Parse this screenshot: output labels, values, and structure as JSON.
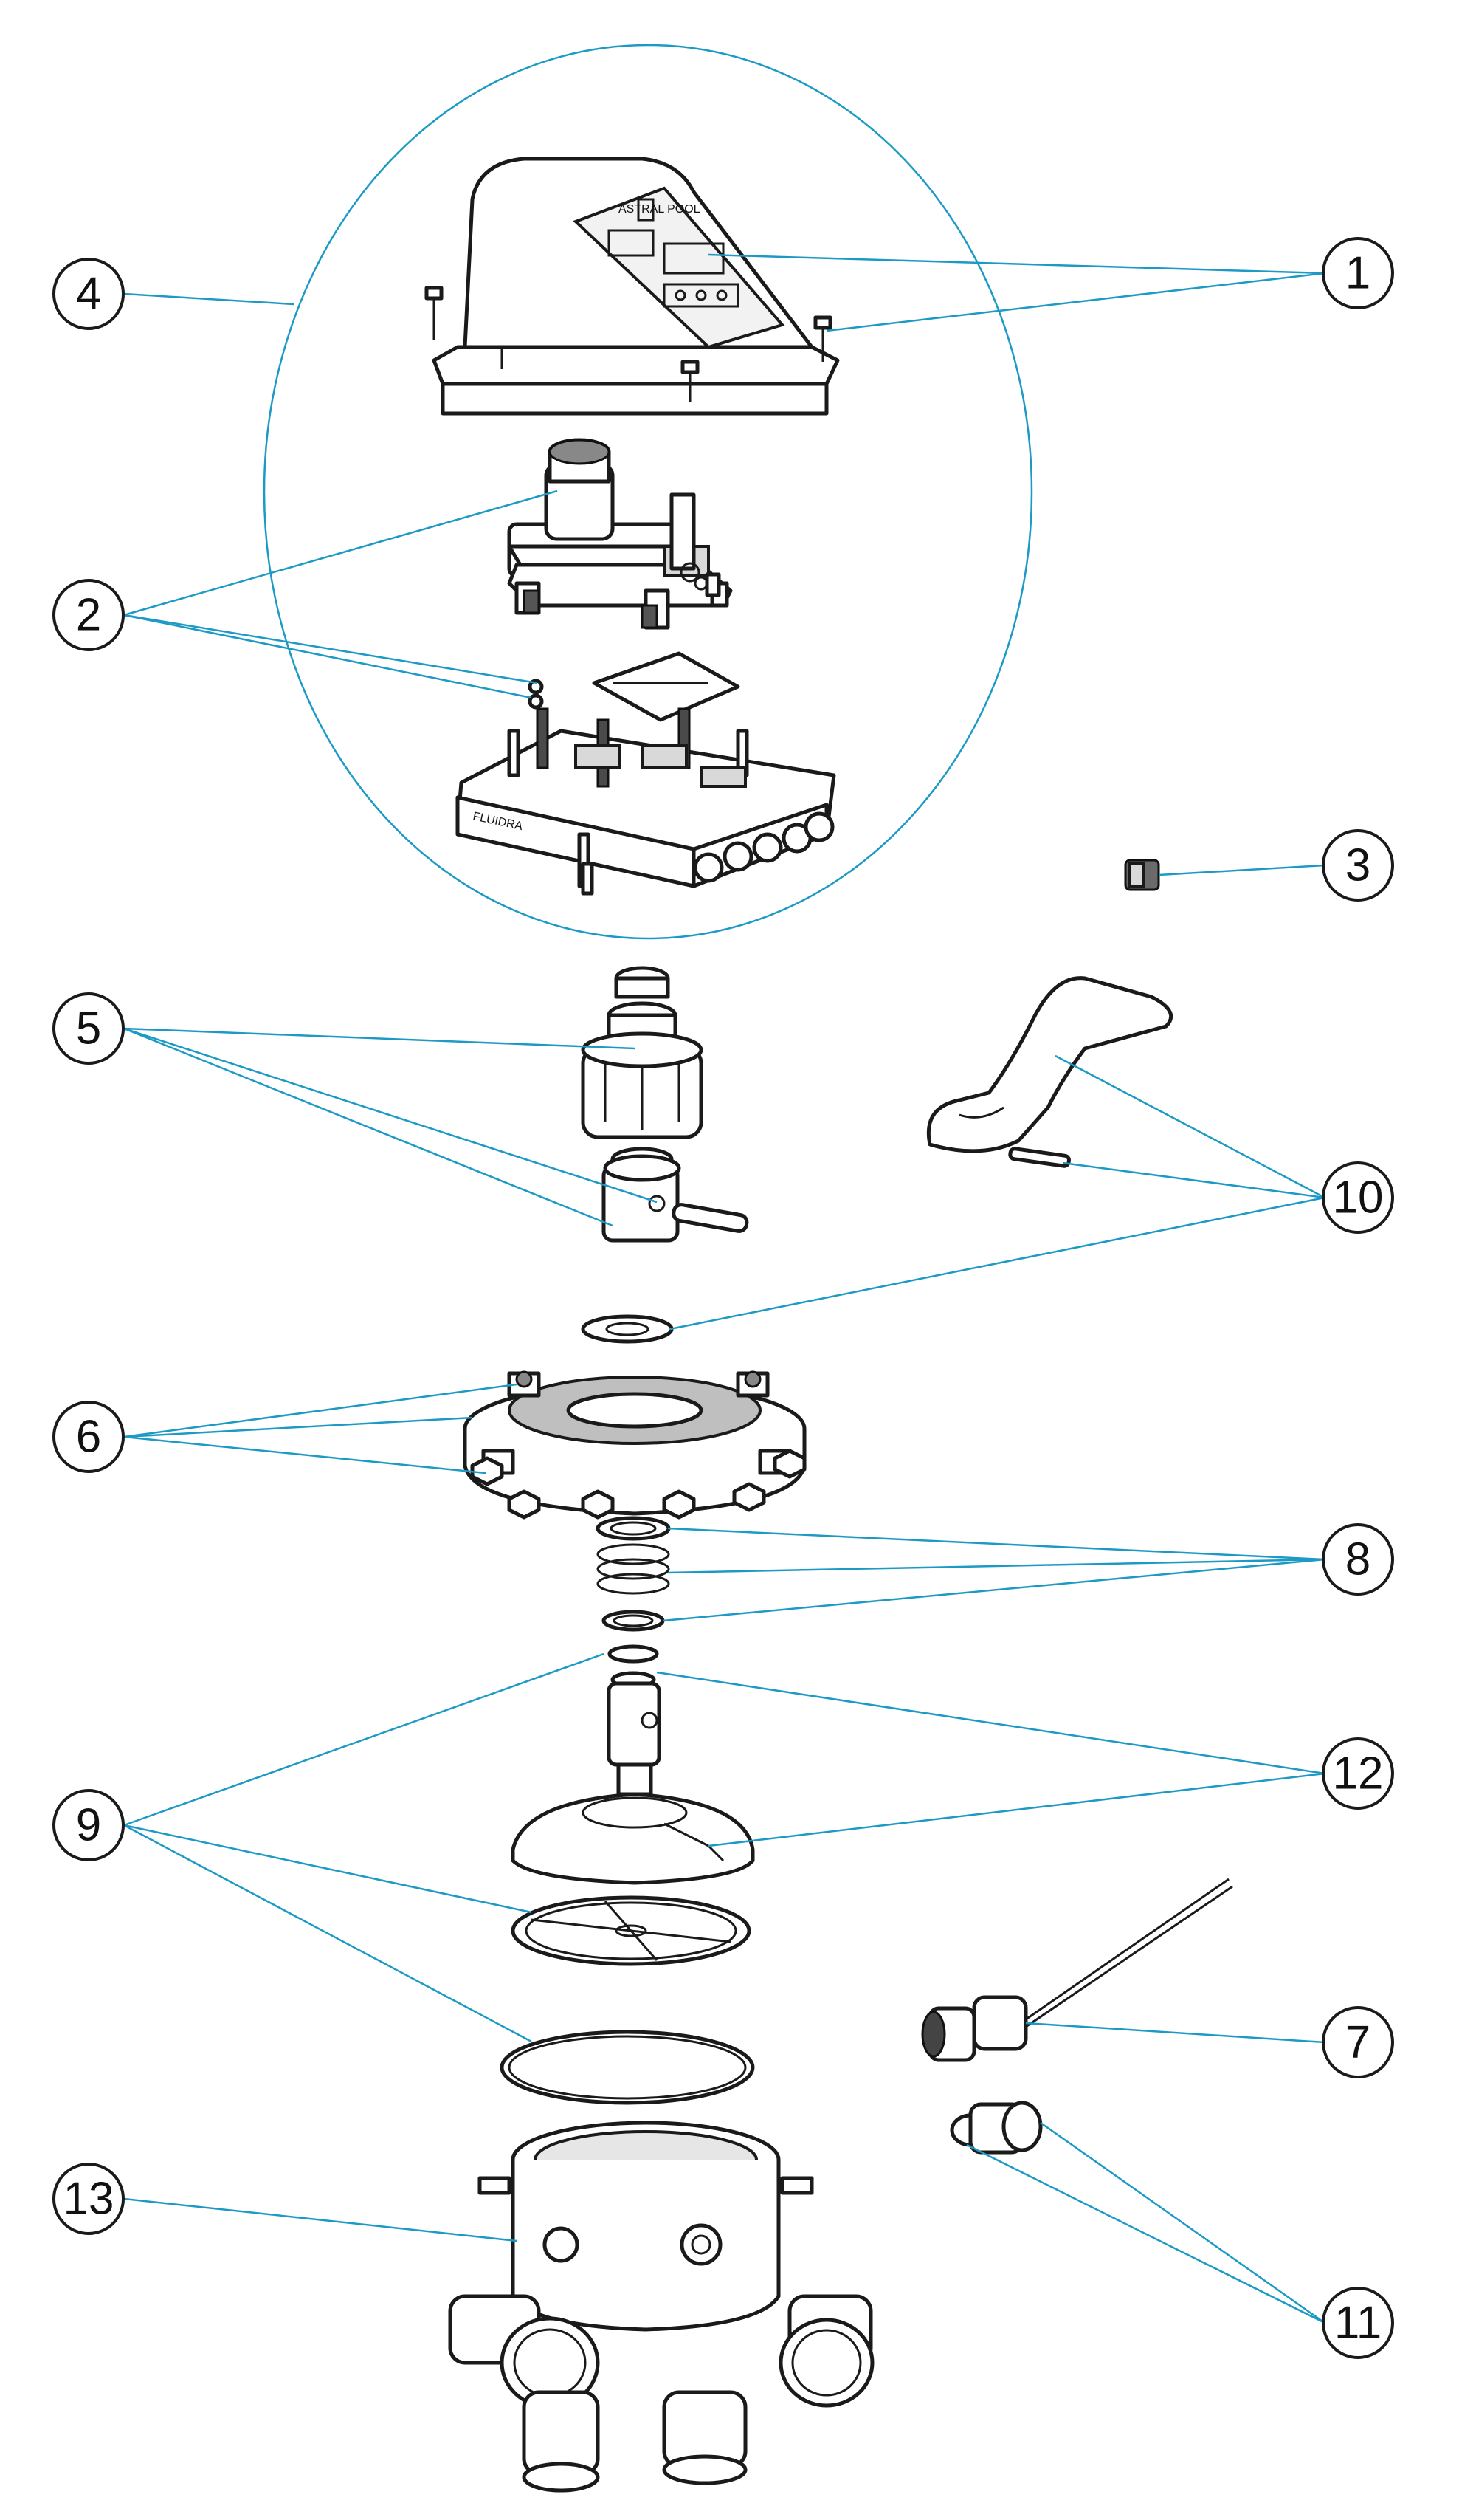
{
  "diagram": {
    "callouts": [
      {
        "id": "c1",
        "label": "1"
      },
      {
        "id": "c2",
        "label": "2"
      },
      {
        "id": "c3",
        "label": "3"
      },
      {
        "id": "c4",
        "label": "4"
      },
      {
        "id": "c5",
        "label": "5"
      },
      {
        "id": "c6",
        "label": "6"
      },
      {
        "id": "c7",
        "label": "7"
      },
      {
        "id": "c8",
        "label": "8"
      },
      {
        "id": "c9",
        "label": "9"
      },
      {
        "id": "c10",
        "label": "10"
      },
      {
        "id": "c11",
        "label": "11"
      },
      {
        "id": "c12",
        "label": "12"
      },
      {
        "id": "c13",
        "label": "13"
      }
    ],
    "housing_brand": "ASTRAL POOL",
    "controller_brand": "FLUIDRA",
    "leader_color": "#1c9ac5"
  }
}
